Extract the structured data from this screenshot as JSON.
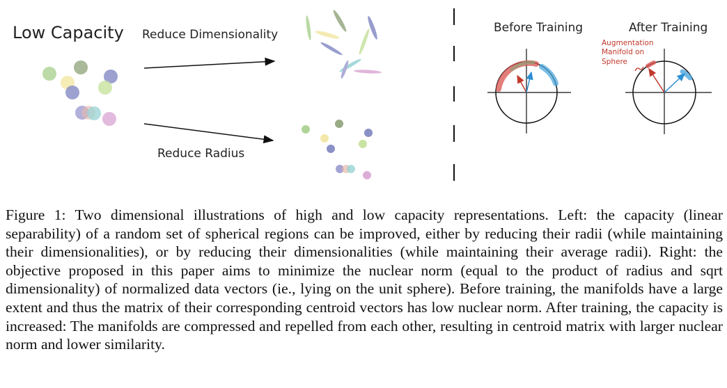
{
  "figure": {
    "left": {
      "title": "Low Capacity",
      "arrow_top_label": "Reduce Dimensionality",
      "arrow_bottom_label": "Reduce Radius"
    },
    "right": {
      "before_title": "Before Training",
      "after_title": "After Training",
      "annotation_lines": [
        "Augmentation",
        "Manifold on",
        "Sphere"
      ]
    },
    "colors": {
      "green": "#a8d08d",
      "olive": "#8fa37a",
      "yellow": "#f2e6a0",
      "blue": "#7f85c2",
      "teal": "#8ecfd0",
      "pink": "#d9a6d2",
      "red": "#d9534f",
      "lightblue": "#4ea8de"
    }
  },
  "caption": "Figure 1: Two dimensional illustrations of high and low capacity representations. Left: the capacity (linear separability) of a random set of spherical regions can be improved, either by reducing their radii (while maintaining their dimensionalities), or by reducing their dimensionalities (while maintaining their average radii). Right: the objective proposed in this paper aims to minimize the nuclear norm (equal to the product of radius and sqrt dimensionality) of normalized data vectors (ie., lying on the unit sphere). Before training, the manifolds have a large extent and thus the matrix of their corresponding centroid vectors has low nuclear norm. After training, the capacity is increased: The manifolds are compressed and repelled from each other, resulting in centroid matrix with larger nuclear norm and lower similarity."
}
